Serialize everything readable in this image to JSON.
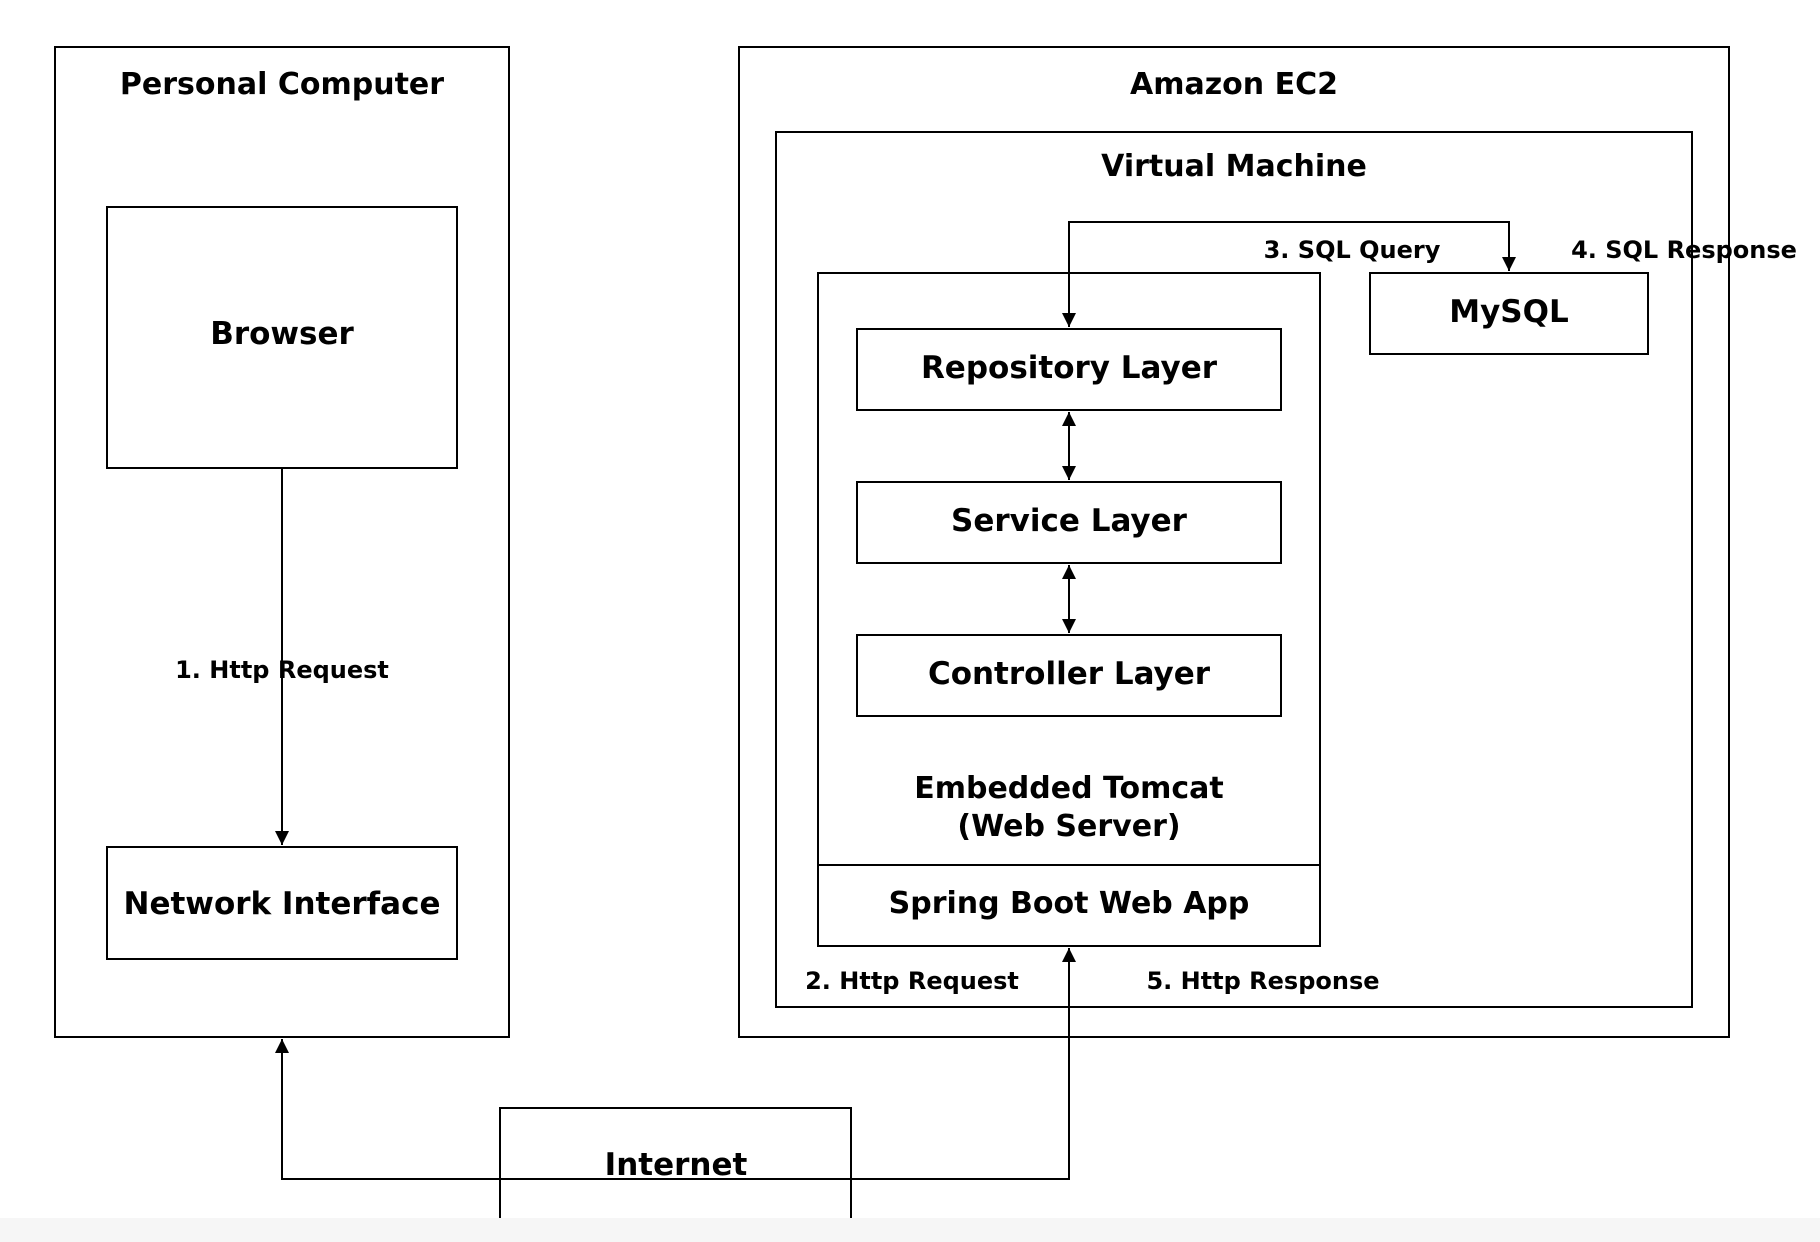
{
  "containers": {
    "personal_computer": {
      "title": "Personal Computer"
    },
    "amazon_ec2": {
      "title": "Amazon EC2"
    },
    "virtual_machine": {
      "title": "Virtual Machine"
    },
    "spring_boot_app": {
      "title": "Spring Boot Web App"
    },
    "embedded_tomcat": {
      "title_line1": "Embedded Tomcat",
      "title_line2": "(Web Server)"
    }
  },
  "nodes": {
    "browser": "Browser",
    "network_interface": "Network Interface",
    "internet": "Internet",
    "repository_layer": "Repository Layer",
    "service_layer": "Service Layer",
    "controller_layer": "Controller Layer",
    "mysql": "MySQL"
  },
  "edges": {
    "http_request_1": "1. Http Request",
    "http_request_2": "2. Http Request",
    "sql_query_3": "3. SQL Query",
    "sql_response_4": "4. SQL Response",
    "http_response_5": "5. Http Response"
  },
  "colors": {
    "stroke": "#000000",
    "text": "#000000",
    "background": "#ffffff",
    "footer_strip": "#f6f6f6"
  }
}
